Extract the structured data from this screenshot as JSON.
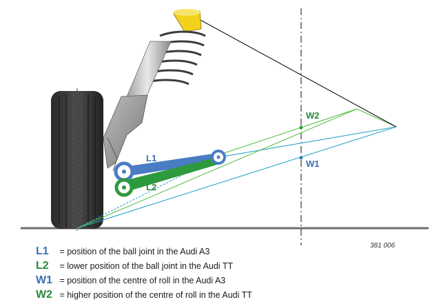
{
  "diagram": {
    "labels": {
      "L1": "L1",
      "L2": "L2",
      "W1": "W1",
      "W2": "W2"
    },
    "drawing_number": "381 006"
  },
  "legend": [
    {
      "key": "L1",
      "text": "= position of the ball joint in the Audi A3",
      "color": "#3a6fb5"
    },
    {
      "key": "L2",
      "text": "= lower position of the ball joint in the Audi TT",
      "color": "#2a8a3a"
    },
    {
      "key": "W1",
      "text": "= position of the centre of roll in the Audi A3",
      "color": "#3a6fb5"
    },
    {
      "key": "W2",
      "text": "= higher position of the centre of roll in the Audi TT",
      "color": "#2a8a3a"
    }
  ],
  "colors": {
    "blue": "#4a7cc4",
    "green": "#2e9a3e",
    "cyan_line": "#2aa7c9",
    "green_line": "#5cbf4a",
    "spring_yellow": "#f2d21a"
  }
}
